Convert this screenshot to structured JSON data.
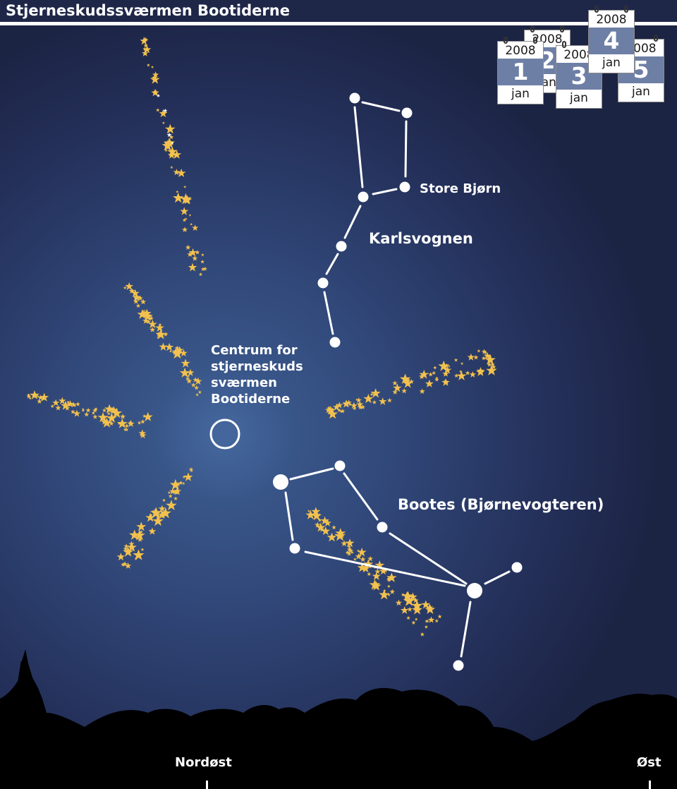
{
  "title": "Stjerneskudssværmen Bootiderne",
  "labels": {
    "store_bjorn": "Store Bjørn",
    "karlsvognen": "Karlsvognen",
    "bootes": "Bootes (Bjørnevogteren)",
    "center": [
      "Centrum for",
      "stjerneskuds",
      "sværmen",
      "Bootiderne"
    ]
  },
  "horizon": {
    "northeast": "Nordøst",
    "east": "Øst"
  },
  "calendars": [
    {
      "year": "2008",
      "day": "2",
      "month": "jan"
    },
    {
      "year": "2008",
      "day": "3",
      "month": "jan"
    },
    {
      "year": "2008",
      "day": "5",
      "month": "jan"
    },
    {
      "year": "2008",
      "day": "1",
      "month": "jan"
    },
    {
      "year": "2008",
      "day": "4",
      "month": "jan"
    }
  ],
  "colors": {
    "sky_top": "#1e2748",
    "sky_glow": "#3d5a8c",
    "meteor_star": "#f2c14e",
    "line": "#ffffff",
    "calendar_day_bg": "#6e7fa6"
  }
}
